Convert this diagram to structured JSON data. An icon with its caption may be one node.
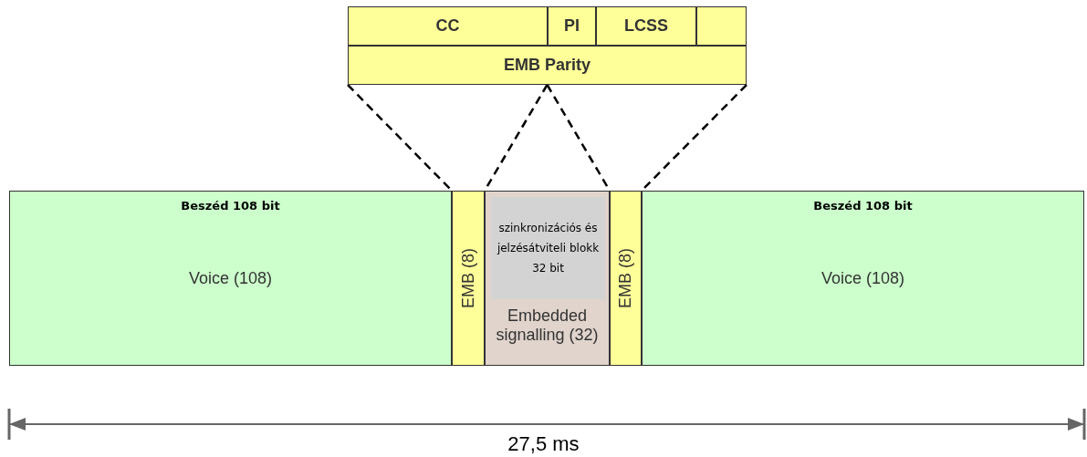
{
  "diagram": {
    "nodes": [
      {
        "text": [
          "CC"
        ]
      },
      {
        "text": [
          "PI"
        ]
      },
      {
        "text": [
          "LCSS"
        ]
      },
      {
        "text": [],
        "shape": "box"
      },
      {
        "text": [
          "EMB Parity"
        ]
      },
      {
        "text": [
          "Beszéd 108 bit",
          "Voice (108)"
        ]
      },
      {
        "text": [
          "EMB (8)"
        ]
      },
      {
        "text": [
          "Embedded signalling (32)"
        ]
      },
      {
        "text": [
          "szinkronizációs és jelzésátviteli blokk 32 bit"
        ],
        "in": 7
      },
      {
        "text": [
          "EMB (8)"
        ]
      },
      {
        "text": [
          "Beszéd 108 bit",
          "Voice (108)"
        ]
      }
    ],
    "edges": [
      {
        "from": 4,
        "to": 6,
        "arrow": "none",
        "style": "dashed"
      },
      {
        "from": 4,
        "to": 6,
        "arrow": "none",
        "style": "dashed"
      },
      {
        "from": 4,
        "to": 9,
        "arrow": "none",
        "style": "dashed"
      },
      {
        "from": 4,
        "to": 9,
        "arrow": "none",
        "style": "dashed"
      }
    ],
    "labels": [
      "27,5 ms"
    ]
  }
}
